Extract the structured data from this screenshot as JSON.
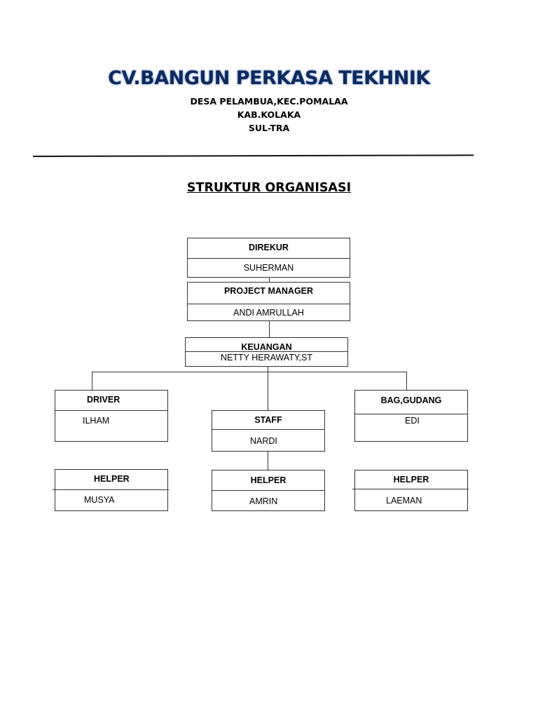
{
  "header": {
    "company_name": "CV.BANGUN PERKASA TEKHNIK",
    "address_line_1": "DESA PELAMBUA,KEC.POMALAA",
    "address_line_2": "KAB.KOLAKA",
    "address_line_3": "SUL-TRA"
  },
  "section_title": "STRUKTUR ORGANISASI",
  "org": {
    "direktur": {
      "role": "DIREKUR",
      "name": "SUHERMAN"
    },
    "project_manager": {
      "role": "PROJECT MANAGER",
      "name": "ANDI AMRULLAH"
    },
    "keuangan": {
      "role": "KEUANGAN",
      "name": "NETTY HERAWATY,ST"
    },
    "driver": {
      "role": "DRIVER",
      "name": "ILHAM"
    },
    "staff": {
      "role": "STAFF",
      "name": "NARDI"
    },
    "gudang": {
      "role": "BAG,GUDANG",
      "name": "EDI"
    },
    "helper_left": {
      "role": "HELPER",
      "name": "MUSYA"
    },
    "helper_center": {
      "role": "HELPER",
      "name": "AMRIN"
    },
    "helper_right": {
      "role": "HELPER",
      "name": "LAEMAN"
    }
  }
}
